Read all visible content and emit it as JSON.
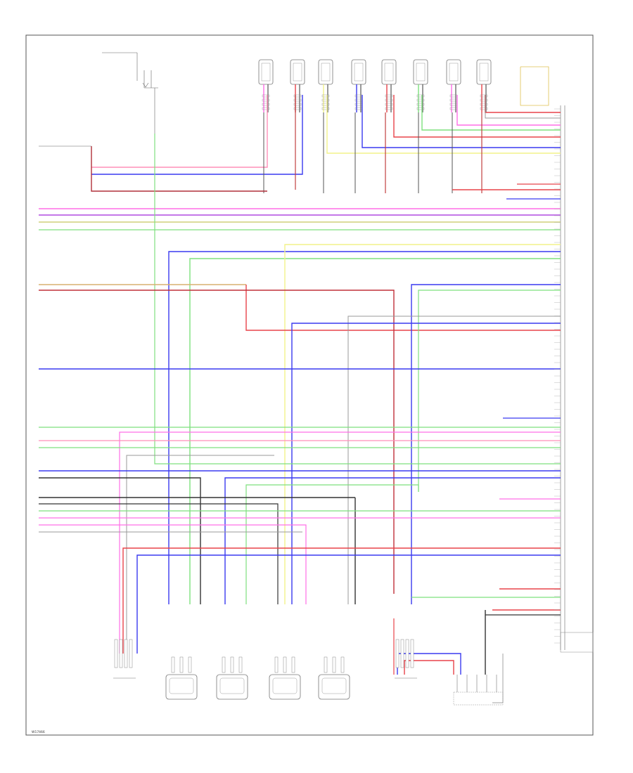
{
  "footer": {
    "code": "W17466"
  },
  "colors": {
    "red": "#e8434a",
    "pink": "#ff6fe6",
    "blue": "#3a3af0",
    "green": "#7ee07e",
    "yellow": "#f2f28a",
    "gray": "#9a9a9a",
    "dark": "#333333",
    "brown": "#a8441c",
    "violet": "#b04ce0",
    "orange": "#e0a050"
  },
  "top_sensors": [
    {
      "id": "s1",
      "wire_color": "pink"
    },
    {
      "id": "s2",
      "wire_color": "red"
    },
    {
      "id": "s3",
      "wire_color": "yellow"
    },
    {
      "id": "s4",
      "wire_color": "blue"
    },
    {
      "id": "s5",
      "wire_color": "red"
    },
    {
      "id": "s6",
      "wire_color": "green"
    },
    {
      "id": "s7",
      "wire_color": "pink"
    },
    {
      "id": "s8",
      "wire_color": "red"
    }
  ],
  "bottom_components": [
    {
      "id": "c1"
    },
    {
      "id": "c2"
    },
    {
      "id": "c3"
    },
    {
      "id": "c4"
    },
    {
      "id": "c5"
    },
    {
      "id": "c6"
    },
    {
      "id": "c7"
    }
  ]
}
